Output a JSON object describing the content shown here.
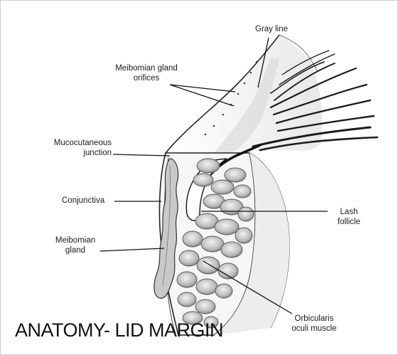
{
  "labels": {
    "gray_line": "Gray line",
    "meibomian_orifices": "Meibomian gland\norifices",
    "mucocutaneous": "Mucocutaneous\njunction",
    "conjunctiva": "Conjunctiva",
    "meibomian_gland": "Meibomian\ngland",
    "lash_follicle": "Lash\nfollicle",
    "orbicularis": "Orbicularis\noculi muscle"
  },
  "caption": "ANATOMY- LID MARGIN"
}
